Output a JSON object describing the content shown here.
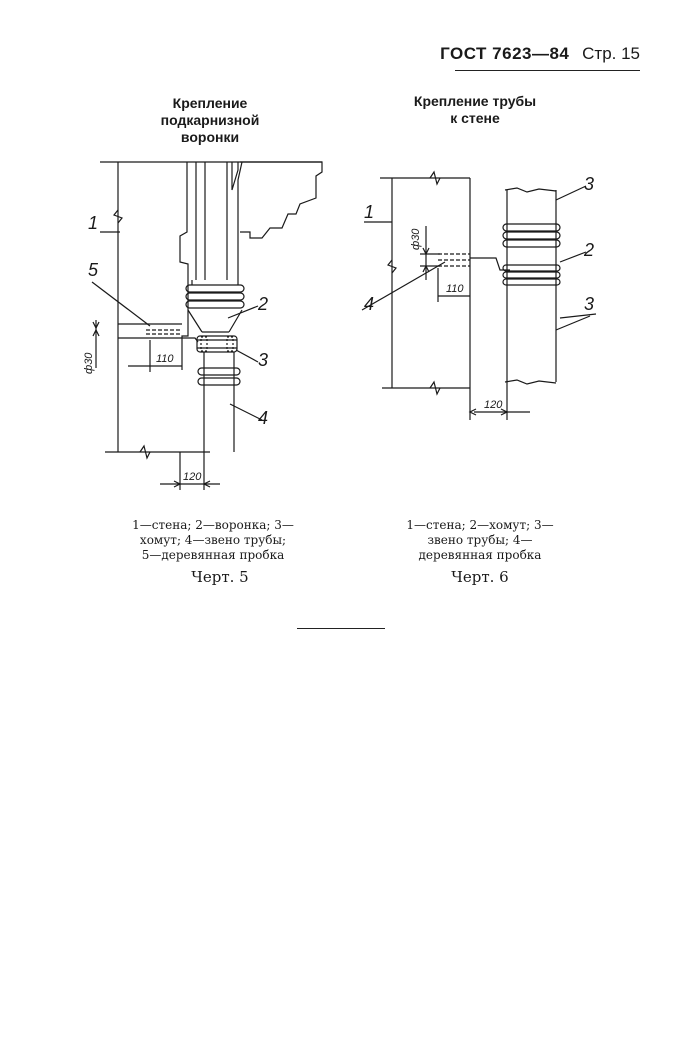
{
  "header": {
    "code": "ГОСТ 7623—84",
    "page": "Стр. 15"
  },
  "figure5": {
    "title": [
      "Крепление",
      "подкарнизной",
      "воронки"
    ],
    "labels": {
      "n1": "1",
      "n2": "2",
      "n3": "3",
      "n4": "4",
      "n5": "5",
      "dim_phi": "ф30",
      "dim_110": "110",
      "dim_120": "120"
    },
    "caption": [
      "1—стена; 2—воронка; 3—",
      "хомут; 4—звено трубы;",
      "5—деревянная пробка"
    ],
    "chert": "Черт. 5"
  },
  "figure6": {
    "title": [
      "Крепление трубы",
      "к стене"
    ],
    "labels": {
      "n1": "1",
      "n2": "2",
      "n3a": "3",
      "n3b": "3",
      "n4": "4",
      "dim_phi": "ф30",
      "dim_110": "110",
      "dim_120": "120"
    },
    "caption": [
      "1—стена; 2—хомут; 3—",
      "звено трубы; 4—",
      "деревянная пробка"
    ],
    "chert": "Черт. 6"
  }
}
